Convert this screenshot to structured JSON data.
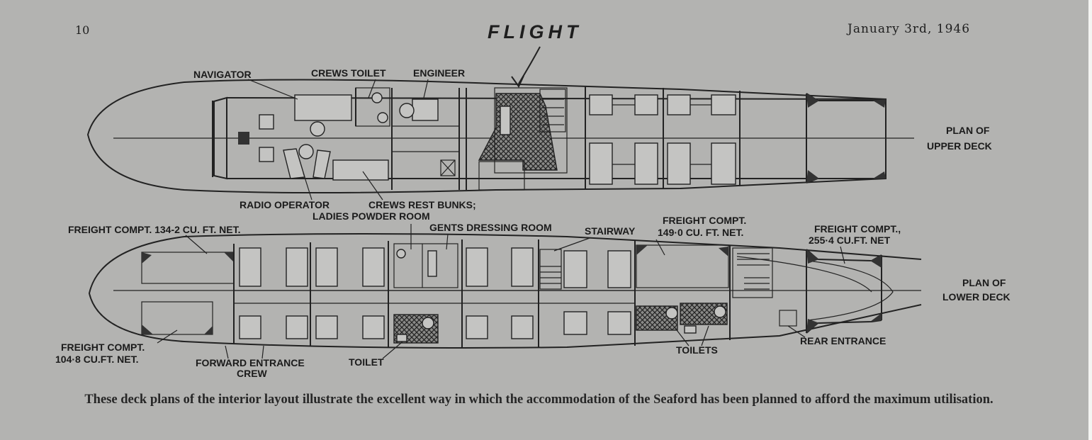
{
  "page": {
    "number": "10",
    "masthead": "FLIGHT",
    "date": "January 3rd, 1946"
  },
  "upper_deck": {
    "plan_label_line1": "PLAN OF",
    "plan_label_line2": "UPPER DECK",
    "labels": {
      "navigator": "NAVIGATOR",
      "crews_toilet": "CREWS TOILET",
      "engineer": "ENGINEER",
      "radio_operator": "RADIO OPERATOR",
      "crews_rest_bunks": "CREWS REST BUNKS;",
      "ladies_powder_room": "LADIES POWDER ROOM"
    }
  },
  "lower_deck": {
    "plan_label_line1": "PLAN OF",
    "plan_label_line2": "LOWER DECK",
    "labels": {
      "freight_fwd_upper": "FREIGHT  COMPT. 134-2 CU. FT. NET.",
      "gents_dressing_room": "GENTS DRESSING ROOM",
      "stairway": "STAIRWAY",
      "freight_mid_line1": "FREIGHT  COMPT.",
      "freight_mid_line2": "149·0 CU. FT. NET.",
      "freight_aft_line1": "FREIGHT  COMPT.,",
      "freight_aft_line2": "255·4  CU.FT. NET",
      "freight_fwd_lower_line1": "FREIGHT COMPT.",
      "freight_fwd_lower_line2": "104·8 CU.FT. NET.",
      "forward_entrance": "FORWARD ENTRANCE",
      "crew": "CREW",
      "toilet": "TOILET",
      "toilets": "TOILETS",
      "rear_entrance": "REAR ENTRANCE"
    }
  },
  "caption": "These deck plans of the interior layout illustrate the excellent way in which the accommodation of the Seaford has been planned to afford the maximum utilisation."
}
